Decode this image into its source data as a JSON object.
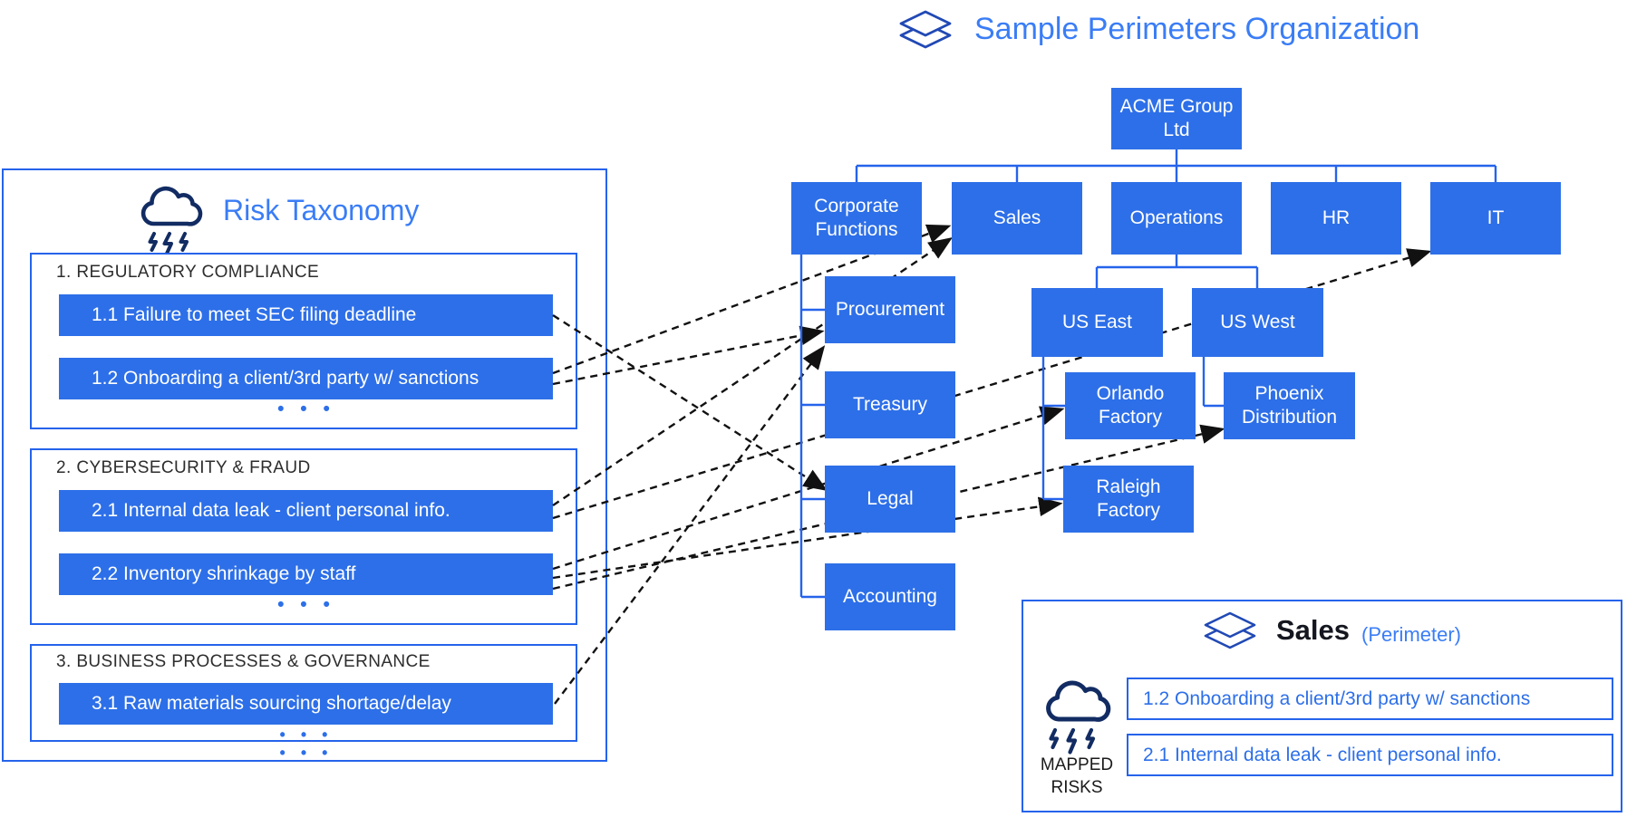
{
  "colors": {
    "node_fill": "#2D6FE8",
    "line_blue": "#2563EB",
    "title_blue": "#3A7DF6",
    "arrow_black": "#111111",
    "cloud_icon_stroke": "#122C63",
    "layers_icon_stroke": "#2149B5"
  },
  "risk_taxonomy": {
    "title": "Risk Taxonomy",
    "categories": [
      {
        "label": "1. REGULATORY COMPLIANCE",
        "risks": [
          "1.1 Failure to meet SEC filing deadline",
          "1.2 Onboarding a client/3rd party w/ sanctions"
        ],
        "more": "• • •"
      },
      {
        "label": "2. CYBERSECURITY & FRAUD",
        "risks": [
          "2.1 Internal data leak - client personal info.",
          "2.2 Inventory shrinkage by staff"
        ],
        "more": "• • •"
      },
      {
        "label": "3. BUSINESS PROCESSES & GOVERNANCE",
        "risks": [
          "3.1 Raw materials sourcing shortage/delay"
        ],
        "more": "• • •"
      }
    ],
    "more": "• • •"
  },
  "organization": {
    "title": "Sample Perimeters Organization",
    "nodes": {
      "acme": "ACME Group Ltd",
      "corporate_functions": "Corporate Functions",
      "sales": "Sales",
      "operations": "Operations",
      "hr": "HR",
      "it": "IT",
      "procurement": "Procurement",
      "treasury": "Treasury",
      "legal": "Legal",
      "accounting": "Accounting",
      "us_east": "US East",
      "us_west": "US West",
      "orlando": "Orlando Factory",
      "raleigh": "Raleigh Factory",
      "phoenix": "Phoenix Distribution"
    }
  },
  "perimeter_detail": {
    "name": "Sales",
    "suffix": "(Perimeter)",
    "mapped_risks_label": "MAPPED RISKS",
    "risks": [
      "1.2 Onboarding a client/3rd party w/ sanctions",
      "2.1 Internal data leak - client personal info."
    ]
  },
  "mappings": [
    {
      "risk": "1.1",
      "target": "Legal"
    },
    {
      "risk": "1.2",
      "target": "Sales"
    },
    {
      "risk": "1.2",
      "target": "Procurement"
    },
    {
      "risk": "2.1",
      "target": "Sales"
    },
    {
      "risk": "2.1",
      "target": "IT"
    },
    {
      "risk": "2.2",
      "target": "Orlando Factory"
    },
    {
      "risk": "2.2",
      "target": "Raleigh Factory"
    },
    {
      "risk": "2.2",
      "target": "Phoenix Distribution"
    },
    {
      "risk": "3.1",
      "target": "Procurement"
    }
  ]
}
